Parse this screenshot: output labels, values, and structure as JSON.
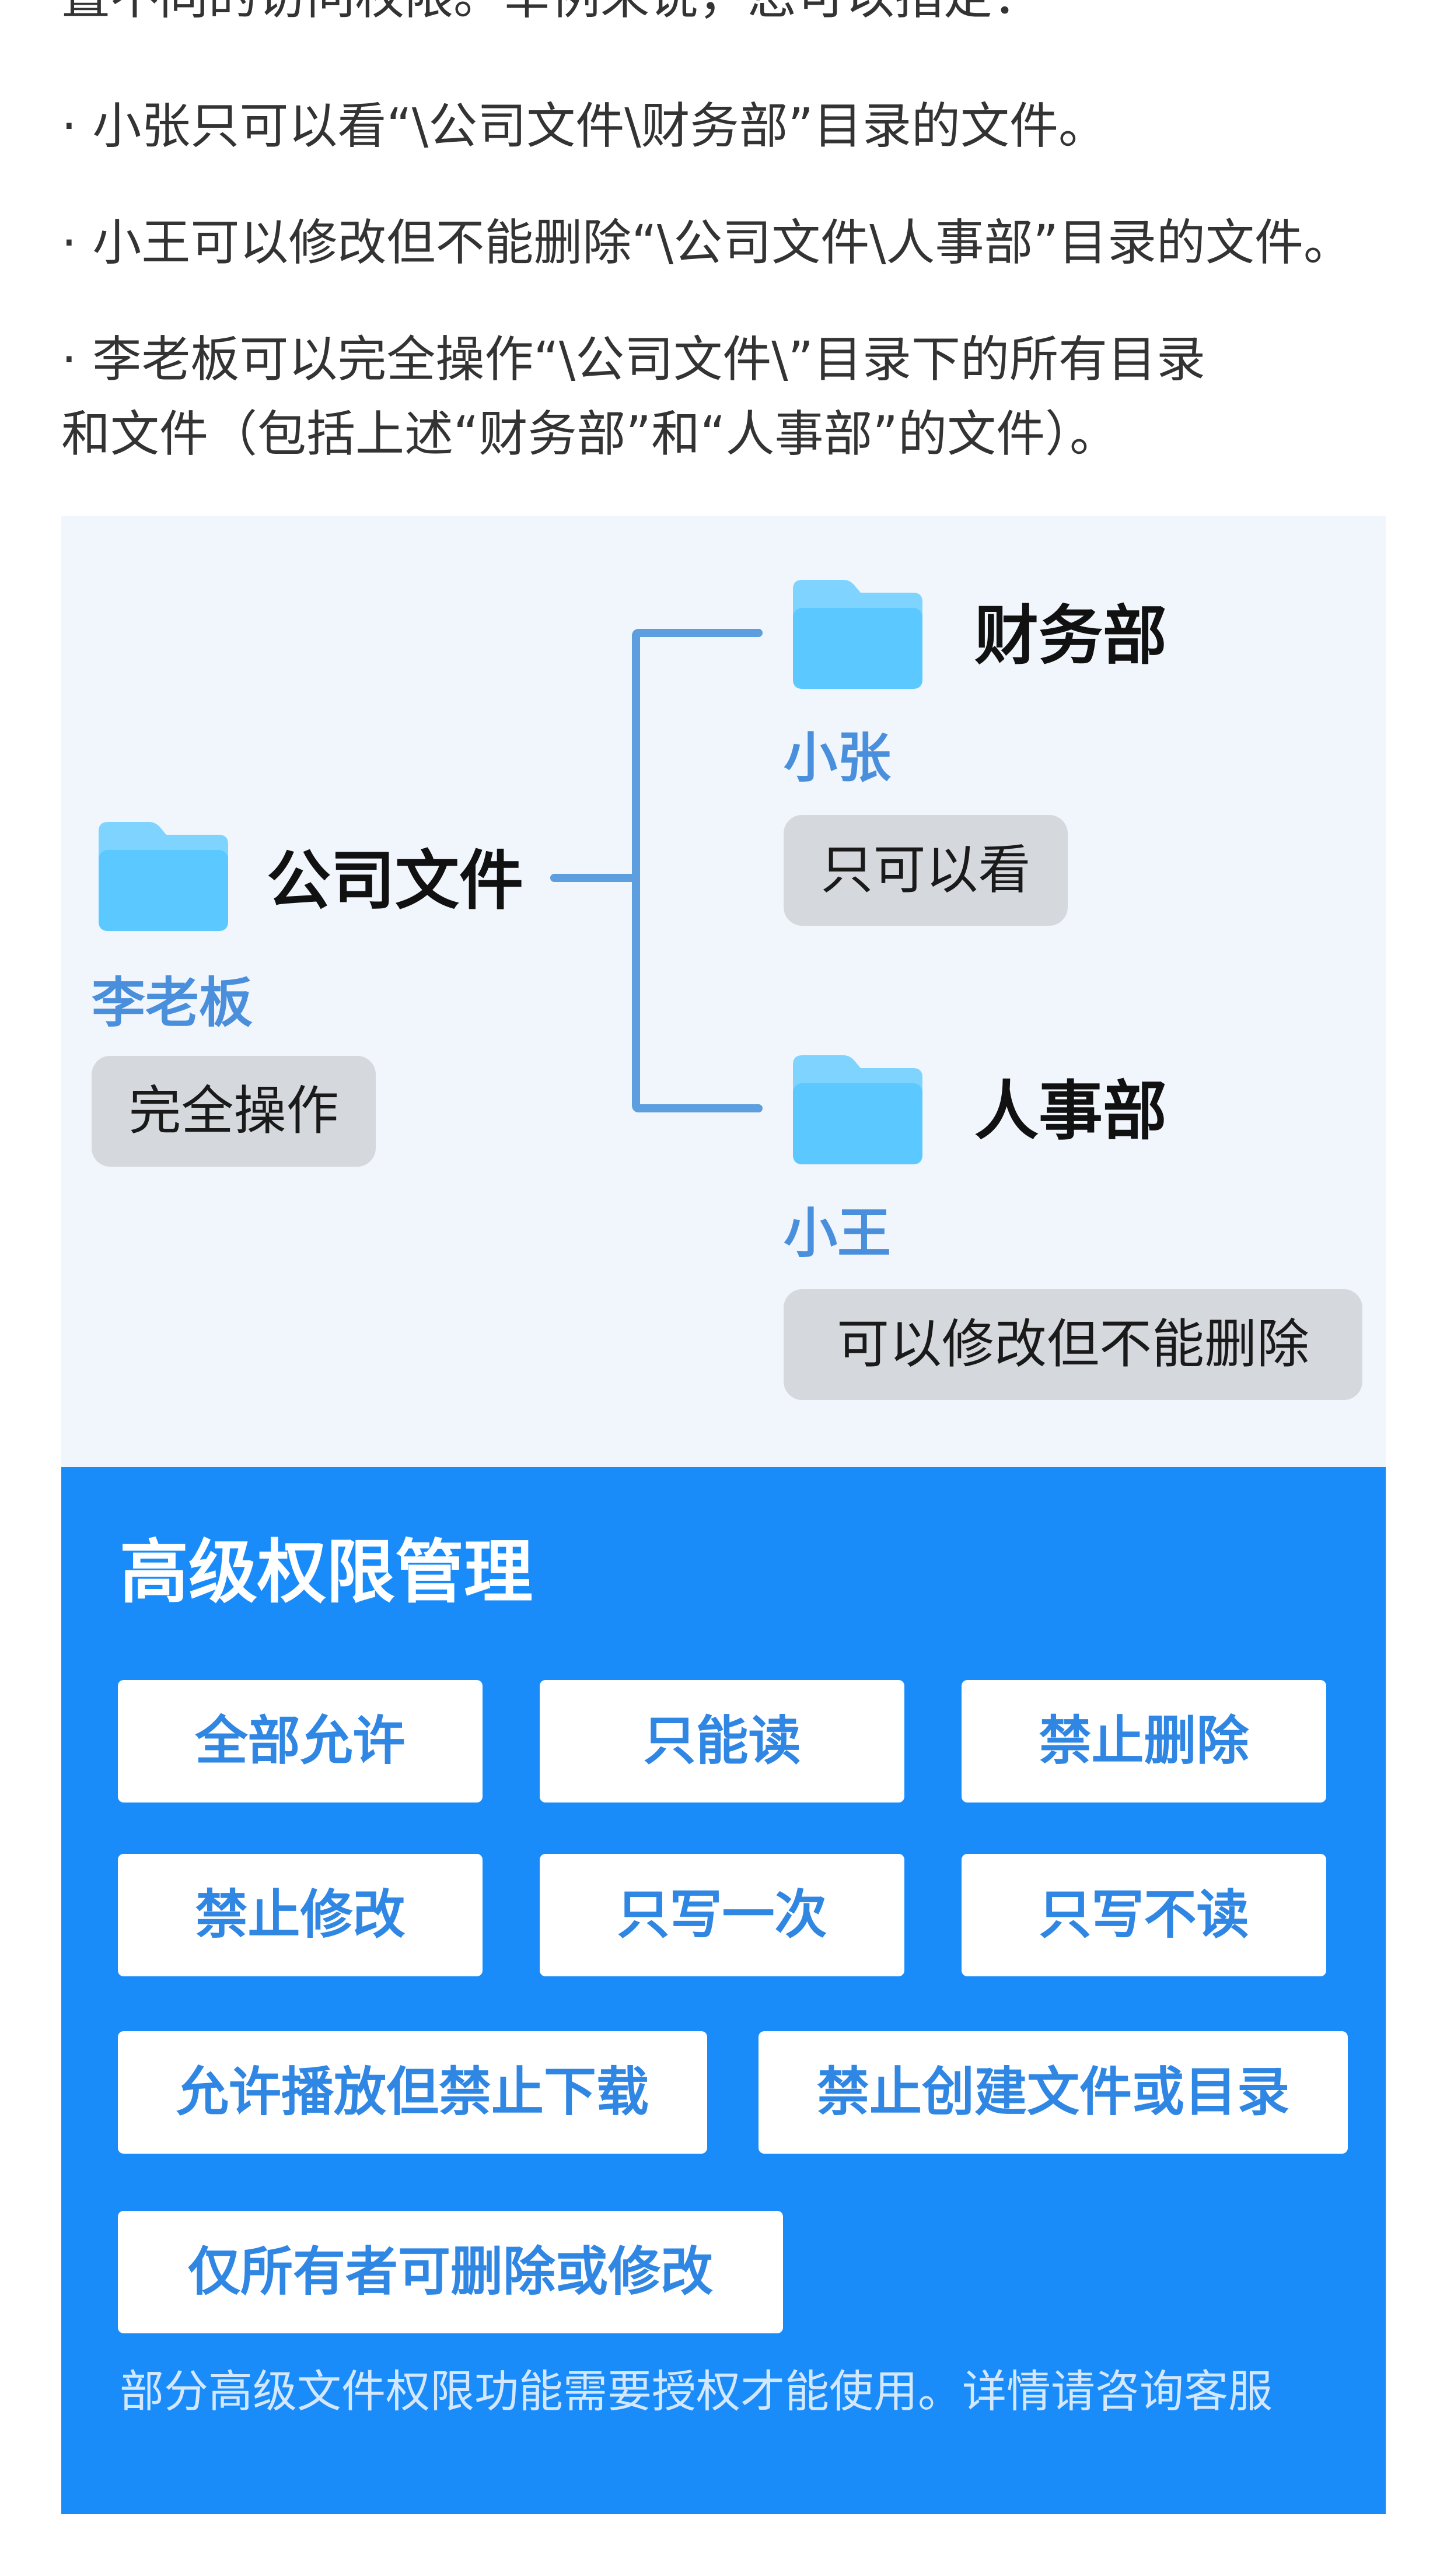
{
  "intro": {
    "line0": "置不同的访问权限。举例来说，您可以指定：",
    "line1": "· 小张只可以看“\\公司文件\\财务部”目录的文件。",
    "line2": "· 小王可以修改但不能删除“\\公司文件\\人事部”目录的文件。",
    "line3": "· 李老板可以完全操作“\\公司文件\\”目录下的所有目录",
    "line4": "和文件（包括上述“财务部”和“人事部”的文件）。"
  },
  "diagram": {
    "root": {
      "name": "公司文件",
      "user": "李老板",
      "permission": "完全操作"
    },
    "children": [
      {
        "name": "财务部",
        "user": "小张",
        "permission": "只可以看"
      },
      {
        "name": "人事部",
        "user": "小王",
        "permission": "可以修改但不能删除"
      }
    ]
  },
  "panel": {
    "title": "高级权限管理",
    "options": [
      "全部允许",
      "只能读",
      "禁止删除",
      "禁止修改",
      "只写一次",
      "只写不读",
      "允许播放但禁止下载",
      "禁止创建文件或目录",
      "仅所有者可删除或修改"
    ],
    "note": "部分高级文件权限功能需要授权才能使用。详情请咨询客服"
  },
  "colors": {
    "panel_bg": "#1a8cfa",
    "diagram_bg": "#f1f6fd",
    "folder": "#5bc8ff",
    "user_label": "#4a8fdc",
    "tag_bg": "#d5d8dd",
    "button_text": "#2f86e3"
  },
  "icons": {
    "folder": "folder-icon"
  }
}
